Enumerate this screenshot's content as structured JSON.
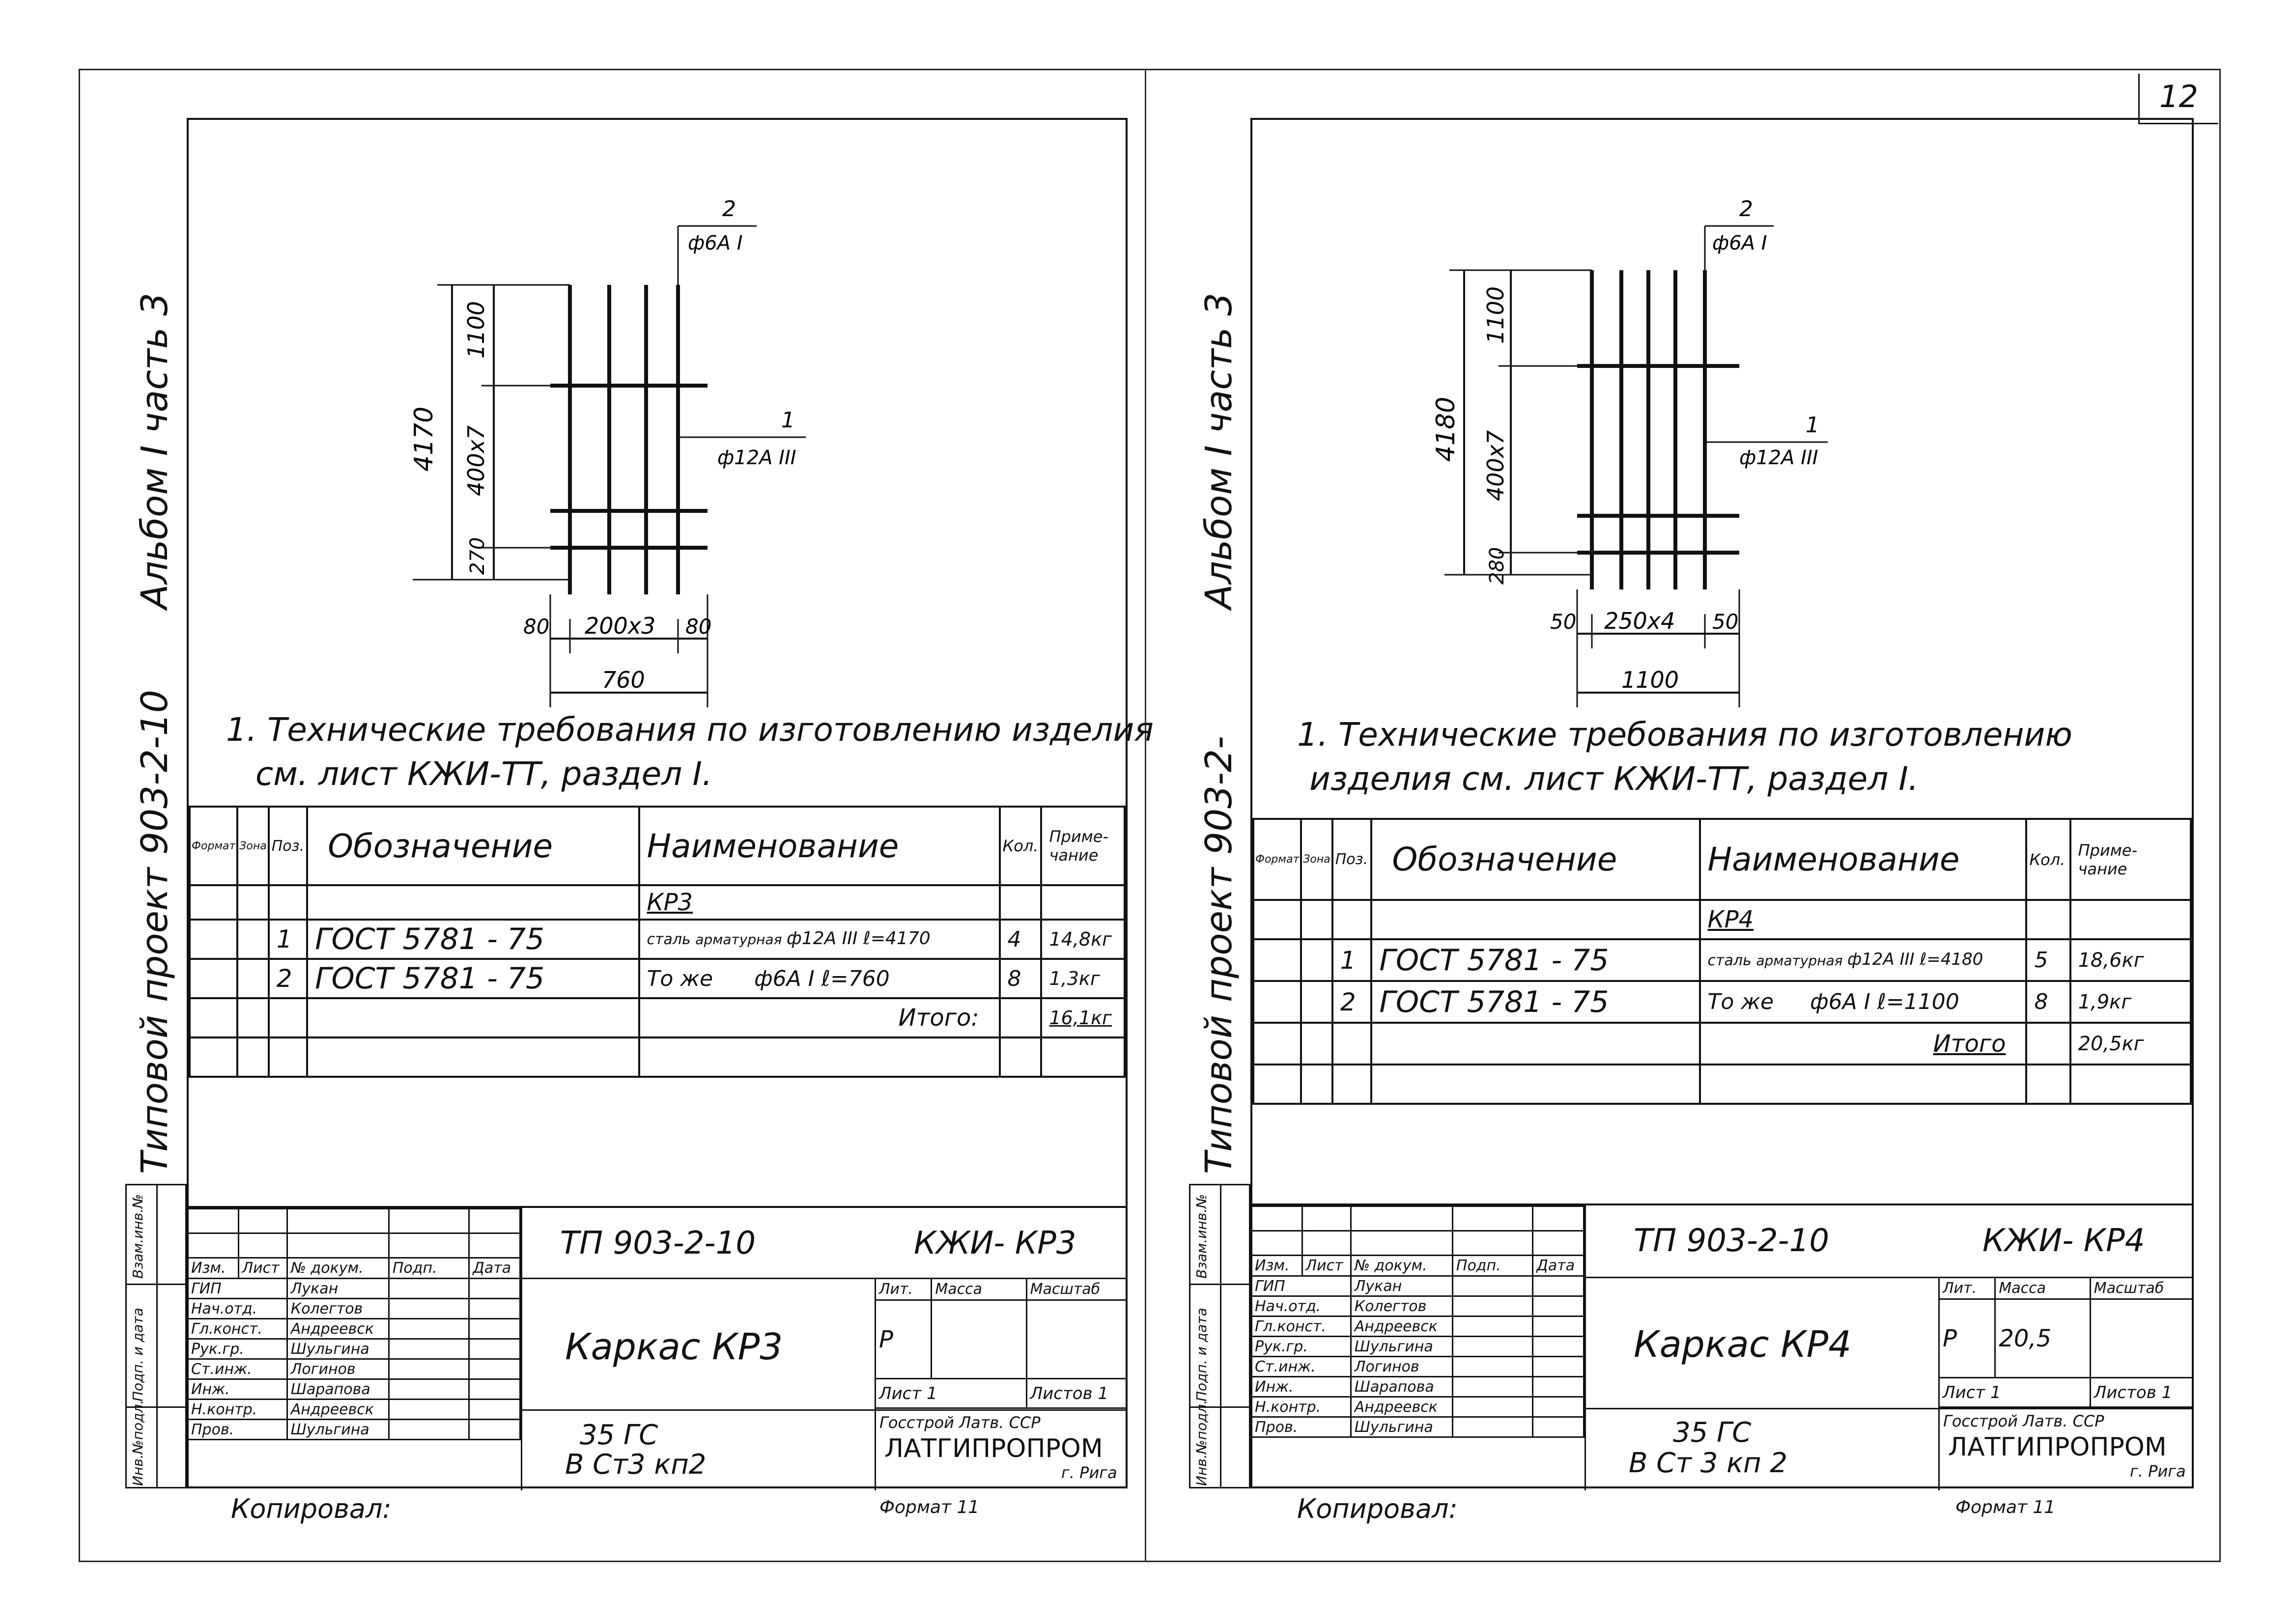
{
  "page_number": "12",
  "sheets": [
    {
      "side_label": {
        "tipovoy": "Типовой",
        "proekt": "проект",
        "code": "903-2-10",
        "album": "Альбом I часть 3"
      },
      "dims": {
        "total_h": "4170",
        "top": "1100",
        "mid": "400x7",
        "bot": "270",
        "left": "80",
        "span": "200x3",
        "right": "80",
        "total_w": "760"
      },
      "callout1": {
        "num": "1",
        "bar": "ф12А III"
      },
      "callout2": {
        "num": "2",
        "bar": "ф6А I"
      },
      "note_line1": "1. Технические требования по изготовлению изделия",
      "note_line2": "см. лист КЖИ-ТТ, раздел I.",
      "spec": {
        "headers": {
          "format": "Формат",
          "zone": "Зона",
          "pos": "Поз.",
          "designation": "Обозначение",
          "name": "Наименование",
          "qty": "Кол.",
          "note": "Приме-чание"
        },
        "group": "КР3",
        "rows": [
          {
            "pos": "1",
            "designation": "ГОСТ 5781 - 75",
            "name_a": "сталь",
            "name_b": "арматурная",
            "name_c": "ф12А III  ℓ=4170",
            "qty": "4",
            "note": "14,8кг"
          },
          {
            "pos": "2",
            "designation": "ГОСТ 5781 - 75",
            "name_a": "То  же",
            "name_b": "",
            "name_c": "ф6А I  ℓ=760",
            "qty": "8",
            "note": "1,3кг"
          }
        ],
        "total_label": "Итого:",
        "total_value": "16,1кг"
      },
      "stamp": {
        "doc_code": "ТП 903-2-10",
        "sheet_code": "КЖИ- КР3",
        "headers": [
          "Изм.",
          "Лист",
          "№ докум.",
          "Подп.",
          "Дата"
        ],
        "roles": [
          "ГИП",
          "Нач.отд.",
          "Гл.конст.",
          "Рук.гр.",
          "Ст.инж.",
          "Инж.",
          "Н.контр.",
          "Пров."
        ],
        "names": [
          "Лукан",
          "Колегтов",
          "Андреевск",
          "Шульгина",
          "Логинов",
          "Шарапова",
          "Андреевск",
          "Шульгина"
        ],
        "title": "Каркас КР3",
        "stage_hdr": "Лит.",
        "mass_hdr": "Масса",
        "scale_hdr": "Масштаб",
        "stage": "Р",
        "mass": "",
        "sheet_label": "Лист 1",
        "sheets_label": "Листов 1",
        "material_1": "35 ГС",
        "material_2": "В Ст3 кп2",
        "org_1": "Госстрой Латв. ССР",
        "org_2": "ЛАТГИПРОПРОМ",
        "org_3": "г. Рига",
        "side_1": "Инв.№подл.",
        "side_2": "Подп. и дата",
        "side_3": "Взам.инв.№",
        "copied": "Копировал:",
        "format": "Формат 11"
      }
    },
    {
      "side_label": {
        "tipovoy": "Типовой",
        "proekt": "проект",
        "code": "903-2-",
        "album": "Альбом I часть 3"
      },
      "dims": {
        "total_h": "4180",
        "top": "1100",
        "mid": "400x7",
        "bot": "280",
        "left": "50",
        "span": "250x4",
        "right": "50",
        "total_w": "1100"
      },
      "callout1": {
        "num": "1",
        "bar": "ф12А III"
      },
      "callout2": {
        "num": "2",
        "bar": "ф6А I"
      },
      "note_line1": "1. Технические требования по изготовлению",
      "note_line2": "изделия   см. лист КЖИ-ТТ, раздел I.",
      "spec": {
        "headers": {
          "format": "Формат",
          "zone": "Зона",
          "pos": "Поз.",
          "designation": "Обозначение",
          "name": "Наименование",
          "qty": "Кол.",
          "note": "Приме-чание"
        },
        "group": "КР4",
        "rows": [
          {
            "pos": "1",
            "designation": "ГОСТ 5781 - 75",
            "name_a": "сталь",
            "name_b": "арматурная",
            "name_c": "ф12А III ℓ=4180",
            "qty": "5",
            "note": "18,6кг"
          },
          {
            "pos": "2",
            "designation": "ГОСТ 5781 - 75",
            "name_a": "То  же",
            "name_b": "",
            "name_c": "ф6А I ℓ=1100",
            "qty": "8",
            "note": "1,9кг"
          }
        ],
        "total_label": "Итого",
        "total_value": "20,5кг"
      },
      "stamp": {
        "doc_code": "ТП 903-2-10",
        "sheet_code": "КЖИ- КР4",
        "headers": [
          "Изм.",
          "Лист",
          "№ докум.",
          "Подп.",
          "Дата"
        ],
        "roles": [
          "ГИП",
          "Нач.отд.",
          "Гл.конст.",
          "Рук.гр.",
          "Ст.инж.",
          "Инж.",
          "Н.контр.",
          "Пров."
        ],
        "names": [
          "Лукан",
          "Колегтов",
          "Андреевск",
          "Шульгина",
          "Логинов",
          "Шарапова",
          "Андреевск",
          "Шульгина"
        ],
        "title": "Каркас КР4",
        "stage_hdr": "Лит.",
        "mass_hdr": "Масса",
        "scale_hdr": "Масштаб",
        "stage": "Р",
        "mass": "20,5",
        "sheet_label": "Лист 1",
        "sheets_label": "Листов 1",
        "material_1": "35 ГС",
        "material_2": "В Ст 3 кп 2",
        "org_1": "Госстрой Латв. ССР",
        "org_2": "ЛАТГИПРОПРОМ",
        "org_3": "г. Рига",
        "side_1": "Инв.№подл.",
        "side_2": "Подп. и дата",
        "side_3": "Взам.инв.№",
        "copied": "Копировал:",
        "format": "Формат 11"
      }
    }
  ]
}
